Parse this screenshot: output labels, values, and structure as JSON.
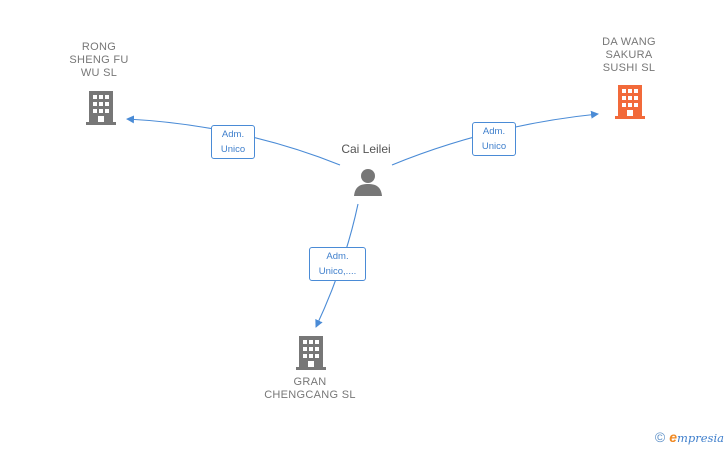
{
  "center": {
    "name": "Cai Leilei",
    "icon": "person-icon"
  },
  "companies": [
    {
      "id": "rong",
      "name": "RONG\nSHENG FU\nWU SL",
      "color": "#777777",
      "icon": "building-icon"
    },
    {
      "id": "dawang",
      "name": "DA WANG\nSAKURA\nSUSHI  SL",
      "color": "#f26a3a",
      "icon": "building-icon"
    },
    {
      "id": "gran",
      "name": "GRAN\nCHENGCANG SL",
      "color": "#777777",
      "icon": "building-icon"
    }
  ],
  "edges": [
    {
      "to": "rong",
      "label_line1": "Adm.",
      "label_line2": "Unico"
    },
    {
      "to": "dawang",
      "label_line1": "Adm.",
      "label_line2": "Unico"
    },
    {
      "to": "gran",
      "label_line1": "Adm.",
      "label_line2": "Unico,...."
    }
  ],
  "colors": {
    "edge": "#4a8bd6",
    "building_default": "#777777",
    "building_highlight": "#f26a3a"
  },
  "footer": {
    "copyright_symbol": "©",
    "brand_first": "e",
    "brand_rest": "mpresia"
  }
}
